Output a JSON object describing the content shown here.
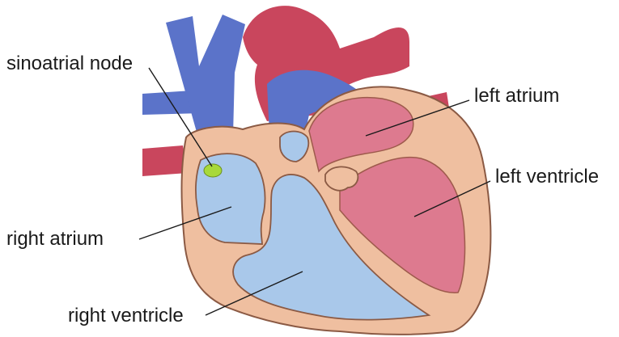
{
  "labels": {
    "sinoatrial_node": "sinoatrial node",
    "left_atrium": "left atrium",
    "left_ventricle": "left ventricle",
    "right_atrium": "right atrium",
    "right_ventricle": "right ventricle"
  },
  "colors": {
    "vein_blue": "#5b73c9",
    "artery_red": "#c9465d",
    "deoxygenated_chamber": "#a9c8ea",
    "oxygenated_chamber": "#dd7a8f",
    "heart_wall": "#efbfa0",
    "sa_node": "#a8d93a",
    "text": "#1a1a1a"
  }
}
